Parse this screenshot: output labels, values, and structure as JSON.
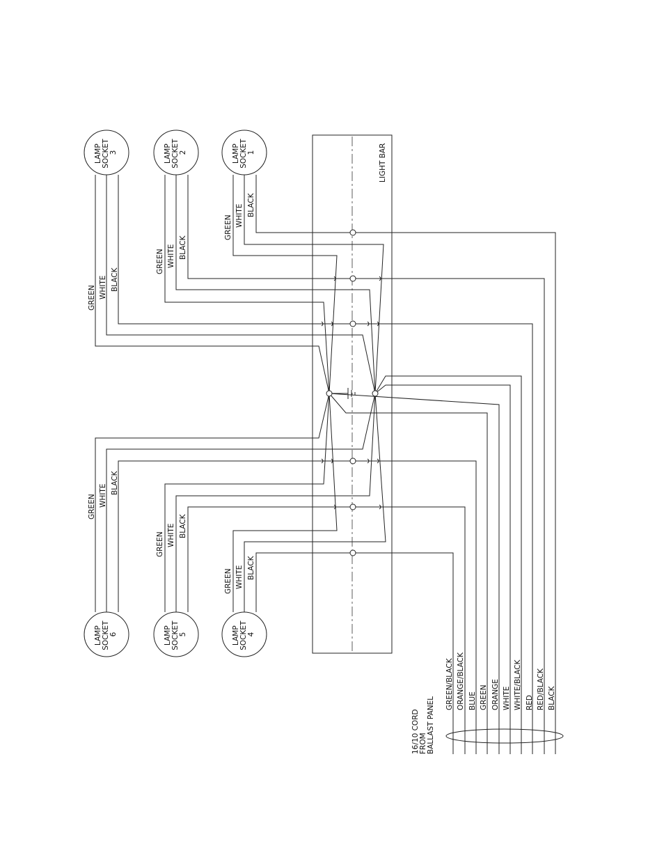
{
  "light_bar": {
    "label": "LIGHT BAR"
  },
  "sockets": [
    {
      "id": "3",
      "lines": [
        "LAMP",
        "SOCKET",
        "3"
      ]
    },
    {
      "id": "2",
      "lines": [
        "LAMP",
        "SOCKET",
        "2"
      ]
    },
    {
      "id": "1",
      "lines": [
        "LAMP",
        "SOCKET",
        "1"
      ]
    },
    {
      "id": "6",
      "lines": [
        "LAMP",
        "SOCKET",
        "6"
      ]
    },
    {
      "id": "5",
      "lines": [
        "LAMP",
        "SOCKET",
        "5"
      ]
    },
    {
      "id": "4",
      "lines": [
        "LAMP",
        "SOCKET",
        "4"
      ]
    }
  ],
  "socket_wires": {
    "green": "GREEN",
    "white": "WHITE",
    "black": "BLACK"
  },
  "cord": {
    "label_lines": [
      "16/10 CORD",
      "FROM",
      "BALLAST PANEL"
    ],
    "conductors": [
      "GREEN/BLACK",
      "ORANGE/BLACK",
      "BLUE",
      "GREEN",
      "ORANGE",
      "WHITE",
      "WHITE/BLACK",
      "RED",
      "RED/BLACK",
      "BLACK"
    ]
  },
  "colors": {
    "line": "#222222",
    "background": "#ffffff"
  }
}
